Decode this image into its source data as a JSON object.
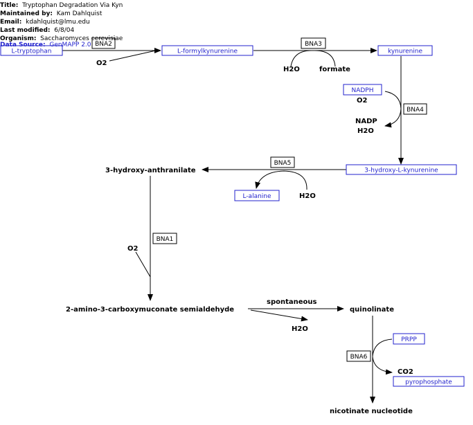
{
  "header": {
    "title_label": "Title:",
    "title_value": "Tryptophan Degradation Via Kyn",
    "maintained_label": "Maintained by:",
    "maintained_value": "Kam Dahlquist",
    "email_label": "Email:",
    "email_value": "kdahlquist@lmu.edu",
    "modified_label": "Last modified:",
    "modified_value": "6/8/04",
    "organism_label": "Organism:",
    "organism_value": "Saccharomyces cerevisiae",
    "source_label": "Data Source:",
    "source_value": "GenMAPP 2.0"
  },
  "nodes": {
    "l_tryptophan": "L-tryptophan",
    "l_formylkynurenine": "L-formylkynurenine",
    "kynurenine": "kynurenine",
    "nadph": "NADPH",
    "hydroxy_l_kynurenine": "3-hydroxy-L-kynurenine",
    "l_alanine": "L-alanine",
    "prpp": "PRPP",
    "pyrophosphate": "pyrophosphate"
  },
  "genes": {
    "bna2": "BNA2",
    "bna3": "BNA3",
    "bna4": "BNA4",
    "bna5": "BNA5",
    "bna1": "BNA1",
    "bna6": "BNA6"
  },
  "labels": {
    "o2_a": "O2",
    "h2o_a": "H2O",
    "formate": "formate",
    "o2_b": "O2",
    "nadp": "NADP",
    "h2o_b": "H2O",
    "hydroxy_anthranilate": "3-hydroxy-anthranilate",
    "h2o_c": "H2O",
    "o2_c": "O2",
    "semialdehyde": "2-amino-3-carboxymuconate semialdehyde",
    "spontaneous": "spontaneous",
    "quinolinate": "quinolinate",
    "h2o_d": "H2O",
    "co2": "CO2",
    "nicotinate_nucleotide": "nicotinate nucleotide"
  }
}
